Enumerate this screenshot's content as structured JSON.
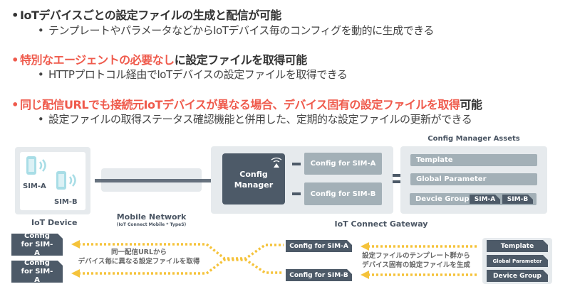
{
  "bullets": [
    {
      "parts": [
        {
          "text": "IoTデバイスごとの設定ファイルの生成と配信が可能",
          "red": false
        }
      ],
      "sub": "テンプレートやパラメータなどからIoTデバイス毎のコンフィグを動的に生成できる"
    },
    {
      "parts": [
        {
          "text": "特別なエージェントの必要なし",
          "red": true
        },
        {
          "text": "に設定ファイルを取得可能",
          "red": false
        }
      ],
      "sub": "HTTPプロトコル経由でIoTデバイスの設定ファイルを取得できる"
    },
    {
      "parts": [
        {
          "text": "同じ配信URLでも接続元IoTデバイスが異なる場合、デバイス固有の設定ファイルを取得",
          "red": true
        },
        {
          "text": "可能",
          "red": false
        }
      ],
      "sub": "設定ファイルの取得ステータス確認機能と併用した、定期的な設定ファイルの更新ができる"
    }
  ],
  "bullet_char": "•",
  "colors": {
    "accent_red": "#ef5a4c",
    "dark": "#4d5a68",
    "sim_icon": "#a8dde6",
    "arrow": "#f5c33b"
  },
  "diagram": {
    "device": {
      "label": "IoT Device",
      "sim_a": "SIM-A",
      "sim_b": "SIM-B"
    },
    "network": {
      "label": "Mobile Network",
      "sub": "(IoT Connect Mobile * TypeS)"
    },
    "gateway": {
      "label": "IoT Connect Gateway",
      "manager": "Config Manager",
      "config_a": "Config for SIM-A",
      "config_b": "Config for SIM-B"
    },
    "assets": {
      "title": "Config Manager Assets",
      "template": "Template",
      "global": "Global Parameter",
      "group": "Devcie Group",
      "tag_a": "SIM-A",
      "tag_b": "SIM-B"
    },
    "bottom": {
      "left_a": "Config for SIM-A",
      "left_b": "Config for SIM-A",
      "left_note": [
        "同一配信URLから",
        "デバイス毎に異なる設定ファイルを取得"
      ],
      "mid_a": "Config for SIM-A",
      "mid_b": "Config for SIM-B",
      "mid_note": [
        "設定ファイルのテンプレート群から",
        "デバイス固有の設定ファイルを生成"
      ],
      "right": [
        "Template",
        "Global Parameter",
        "Device Group"
      ]
    }
  }
}
